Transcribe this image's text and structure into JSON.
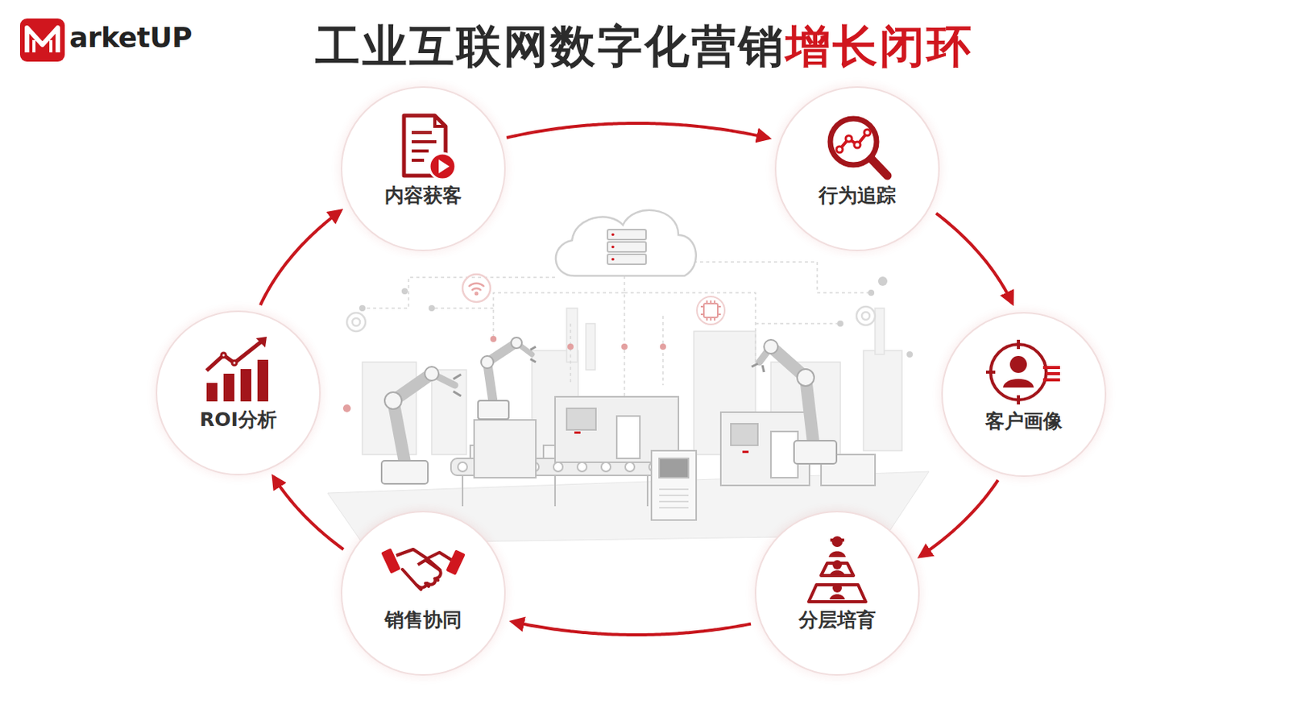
{
  "diagram": {
    "title": "工业互联网数字化营销",
    "nodes": [
      {
        "text": [
          "内容获客"
        ]
      },
      {
        "text": [
          "行为追踪"
        ]
      },
      {
        "text": [
          "客户画像"
        ]
      },
      {
        "text": [
          "分层培育"
        ]
      },
      {
        "text": [
          "销售协同"
        ]
      },
      {
        "text": [
          "ROI分析"
        ]
      }
    ],
    "edges": [
      {
        "from": 0,
        "to": 1,
        "arrow": "to"
      },
      {
        "from": 1,
        "to": 2,
        "arrow": "to"
      },
      {
        "from": 2,
        "to": 3,
        "arrow": "to"
      },
      {
        "from": 3,
        "to": 4,
        "arrow": "to"
      },
      {
        "from": 4,
        "to": 5,
        "arrow": "to"
      },
      {
        "from": 5,
        "to": 0,
        "arrow": "to"
      }
    ],
    "labels": [
      "增长闭环",
      "arketUP"
    ]
  }
}
